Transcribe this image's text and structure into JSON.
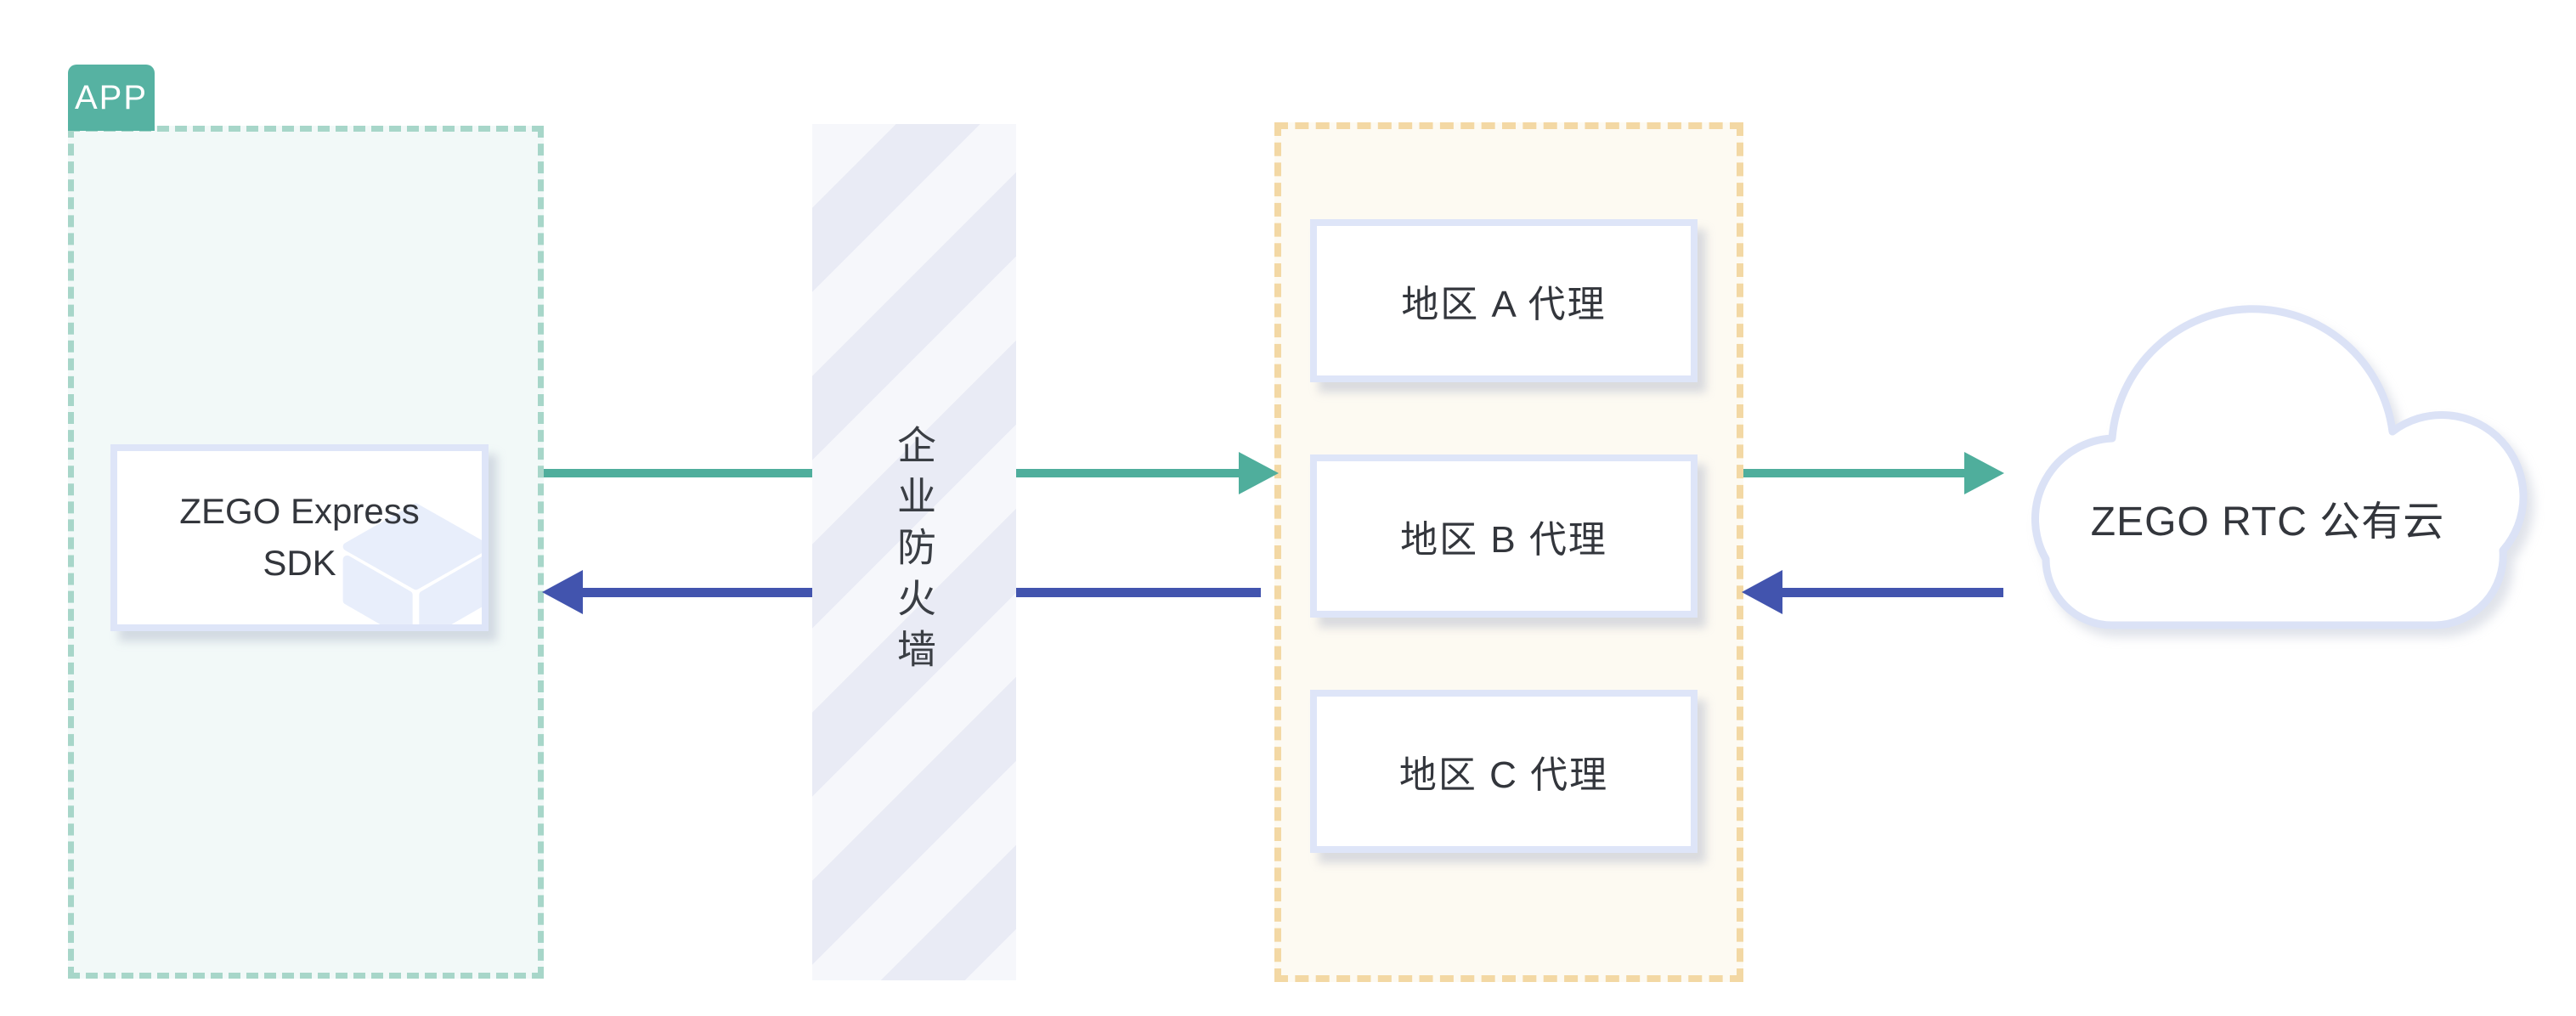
{
  "app": {
    "tag": "APP",
    "sdk_box": {
      "line1": "ZEGO Express",
      "line2": "SDK"
    }
  },
  "firewall": {
    "label": "企业防火墙"
  },
  "proxies": {
    "items": [
      {
        "label": "地区 A 代理"
      },
      {
        "label": "地区 B 代理"
      },
      {
        "label": "地区 C 代理"
      }
    ]
  },
  "cloud": {
    "label": "ZEGO RTC 公有云"
  },
  "arrows": {
    "uplink_color_name": "teal",
    "downlink_color_name": "indigo",
    "uplink_direction": "right",
    "downlink_direction": "left"
  },
  "icons": {
    "sdk_icon": "cube-icon",
    "cloud_icon": "cloud-shape"
  },
  "colors": {
    "teal_arrow": "#4fae9c",
    "indigo_arrow": "#4254ae",
    "app_tag_bg": "#56b2a2",
    "app_border": "#a7d6c9",
    "app_bg": "#f2f9f8",
    "proxy_border": "#f3d8a4",
    "proxy_bg": "#fdfaf2",
    "node_border": "#dee5f8",
    "cloud_border": "#dbe2f6",
    "firewall_stripe_light": "#f6f7fb",
    "firewall_stripe_dark": "#e9ebf5",
    "text": "#33363c"
  }
}
